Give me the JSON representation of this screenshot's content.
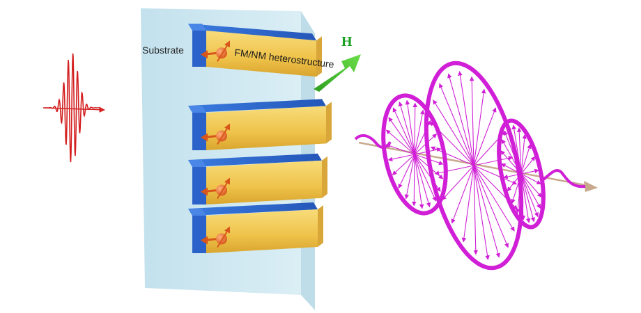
{
  "labels": {
    "substrate": "Substrate",
    "heterostructure": "FM/NM heterostructure",
    "field": "H"
  },
  "colors": {
    "pulse": "#d42020",
    "substrate": "#bfe0ec",
    "gold": "#f2c94c",
    "blue_layer": "#2b62c9",
    "spin": "#e8621c",
    "field_arrow": "#3cc42a",
    "field_text": "#18a020",
    "thz_wave": "#d01fd6",
    "axis": "#c9a98e"
  },
  "icons": [
    "laser-pulse-icon",
    "field-arrow-icon",
    "spin-ball-icon",
    "thz-wave-icon"
  ]
}
